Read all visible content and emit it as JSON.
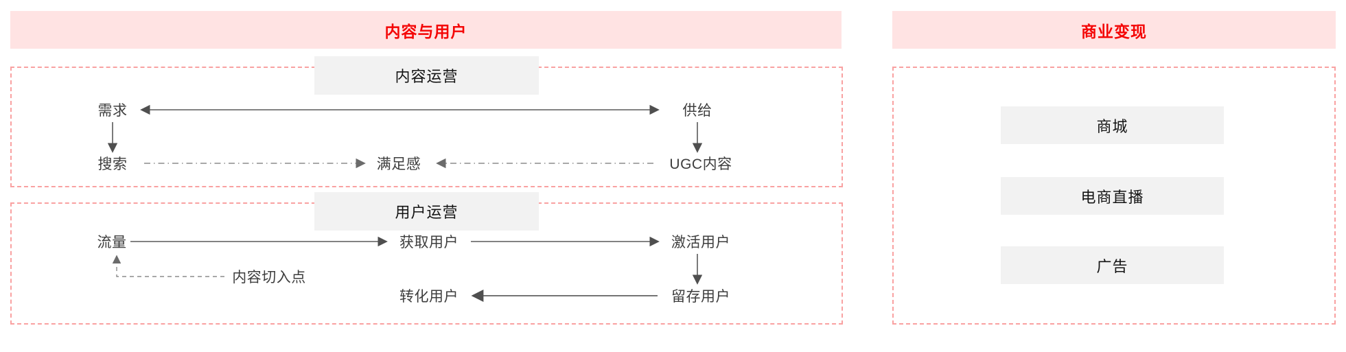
{
  "left_panel": {
    "title": "内容与用户",
    "content_ops": {
      "header": "内容运营",
      "nodes": {
        "demand": "需求",
        "supply": "供给",
        "search": "搜索",
        "satisfaction": "满足感",
        "ugc": "UGC内容"
      },
      "edges": [
        {
          "from": "demand",
          "to": "supply",
          "style": "solid",
          "direction": "both"
        },
        {
          "from": "demand",
          "to": "search",
          "style": "solid",
          "direction": "down"
        },
        {
          "from": "supply",
          "to": "ugc",
          "style": "solid",
          "direction": "down"
        },
        {
          "from": "search",
          "to": "satisfaction",
          "style": "dash-dot",
          "direction": "right"
        },
        {
          "from": "ugc",
          "to": "satisfaction",
          "style": "dash-dot",
          "direction": "left"
        }
      ]
    },
    "user_ops": {
      "header": "用户运营",
      "nodes": {
        "traffic": "流量",
        "acquire": "获取用户",
        "activate": "激活用户",
        "entry_point": "内容切入点",
        "convert": "转化用户",
        "retain": "留存用户"
      },
      "edges": [
        {
          "from": "traffic",
          "to": "acquire",
          "style": "solid",
          "direction": "right"
        },
        {
          "from": "acquire",
          "to": "activate",
          "style": "solid",
          "direction": "right"
        },
        {
          "from": "activate",
          "to": "retain",
          "style": "solid",
          "direction": "down"
        },
        {
          "from": "retain",
          "to": "convert",
          "style": "solid",
          "direction": "left"
        },
        {
          "from": "entry_point",
          "to": "traffic",
          "style": "dashed",
          "direction": "up"
        }
      ]
    }
  },
  "right_panel": {
    "title": "商业变现",
    "items": [
      {
        "label": "商城"
      },
      {
        "label": "电商直播"
      },
      {
        "label": "广告"
      }
    ]
  },
  "colors": {
    "banner_bg": "#ffe3e3",
    "banner_text": "#f40505",
    "dashed_border": "#f9a1a1",
    "block_bg": "#f2f2f2",
    "node_text": "#3d3d3d",
    "arrow": "#595959",
    "dash_dot_line": "#8c8c8c"
  }
}
